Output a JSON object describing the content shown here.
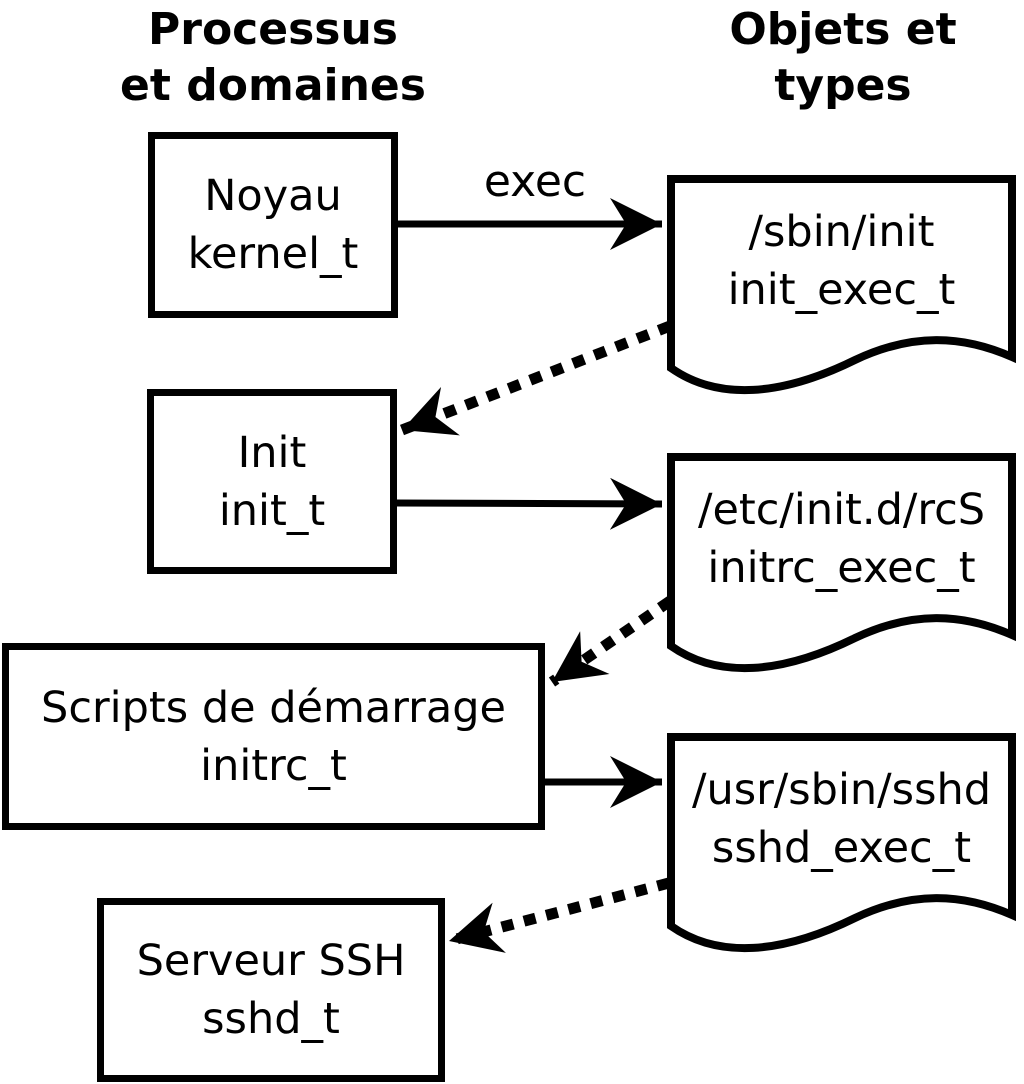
{
  "headers": {
    "left": {
      "line1": "Processus",
      "line2": "et domaines"
    },
    "right": {
      "line1": "Objets et",
      "line2": "types"
    }
  },
  "process_boxes": [
    {
      "name": "Noyau",
      "type": "kernel_t"
    },
    {
      "name": "Init",
      "type": "init_t"
    },
    {
      "name": "Scripts de démarrage",
      "type": "initrc_t"
    },
    {
      "name": "Serveur SSH",
      "type": "sshd_t"
    }
  ],
  "object_docs": [
    {
      "path": "/sbin/init",
      "type": "init_exec_t"
    },
    {
      "path": "/etc/init.d/rcS",
      "type": "initrc_exec_t"
    },
    {
      "path": "/usr/sbin/sshd",
      "type": "sshd_exec_t"
    }
  ],
  "edges": {
    "exec_label": "exec"
  },
  "colors": {
    "line": "#000000",
    "fill": "#ffffff"
  }
}
